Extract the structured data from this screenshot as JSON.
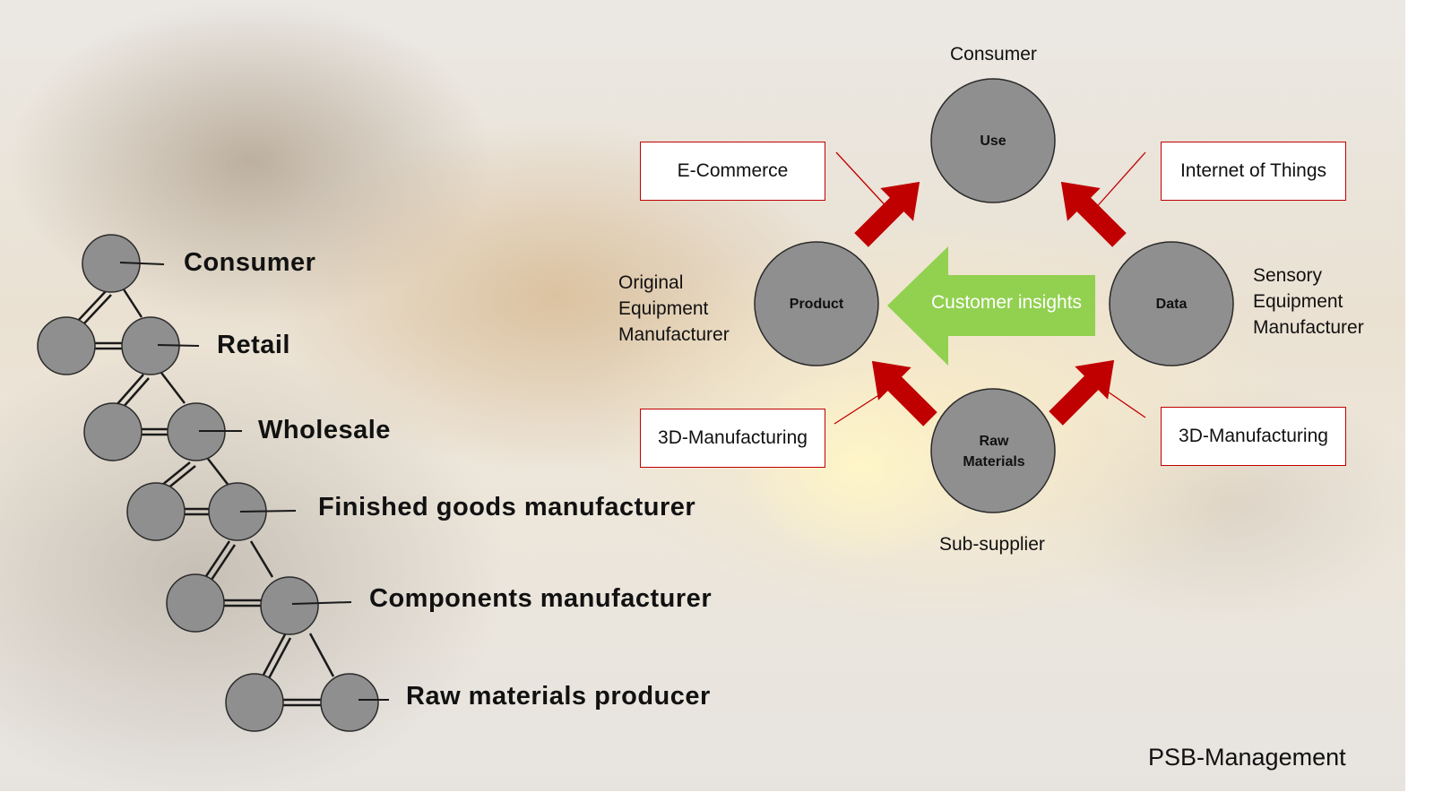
{
  "supply_chain": {
    "levels": [
      "Consumer",
      "Retail",
      "Wholesale",
      "Finished goods manufacturer",
      "Components manufacturer",
      "Raw materials producer"
    ]
  },
  "ecosystem": {
    "nodes": {
      "use": "Use",
      "product": "Product",
      "data": "Data",
      "raw_materials": "Raw Materials"
    },
    "roles": {
      "consumer": "Consumer",
      "oem": "Original Equipment Manufacturer",
      "sensory": "Sensory Equipment Manufacturer",
      "sub_supplier": "Sub-supplier"
    },
    "technologies": {
      "ecommerce": "E-Commerce",
      "iot": "Internet of Things",
      "manufacturing_left": "3D-Manufacturing",
      "manufacturing_right": "3D-Manufacturing"
    },
    "center_arrow_label": "Customer insights"
  },
  "footer": "PSB-Management",
  "colors": {
    "node_fill": "#8f8f8f",
    "arrow_red": "#c00000",
    "arrow_green": "#92d050",
    "box_border": "#c00000"
  }
}
